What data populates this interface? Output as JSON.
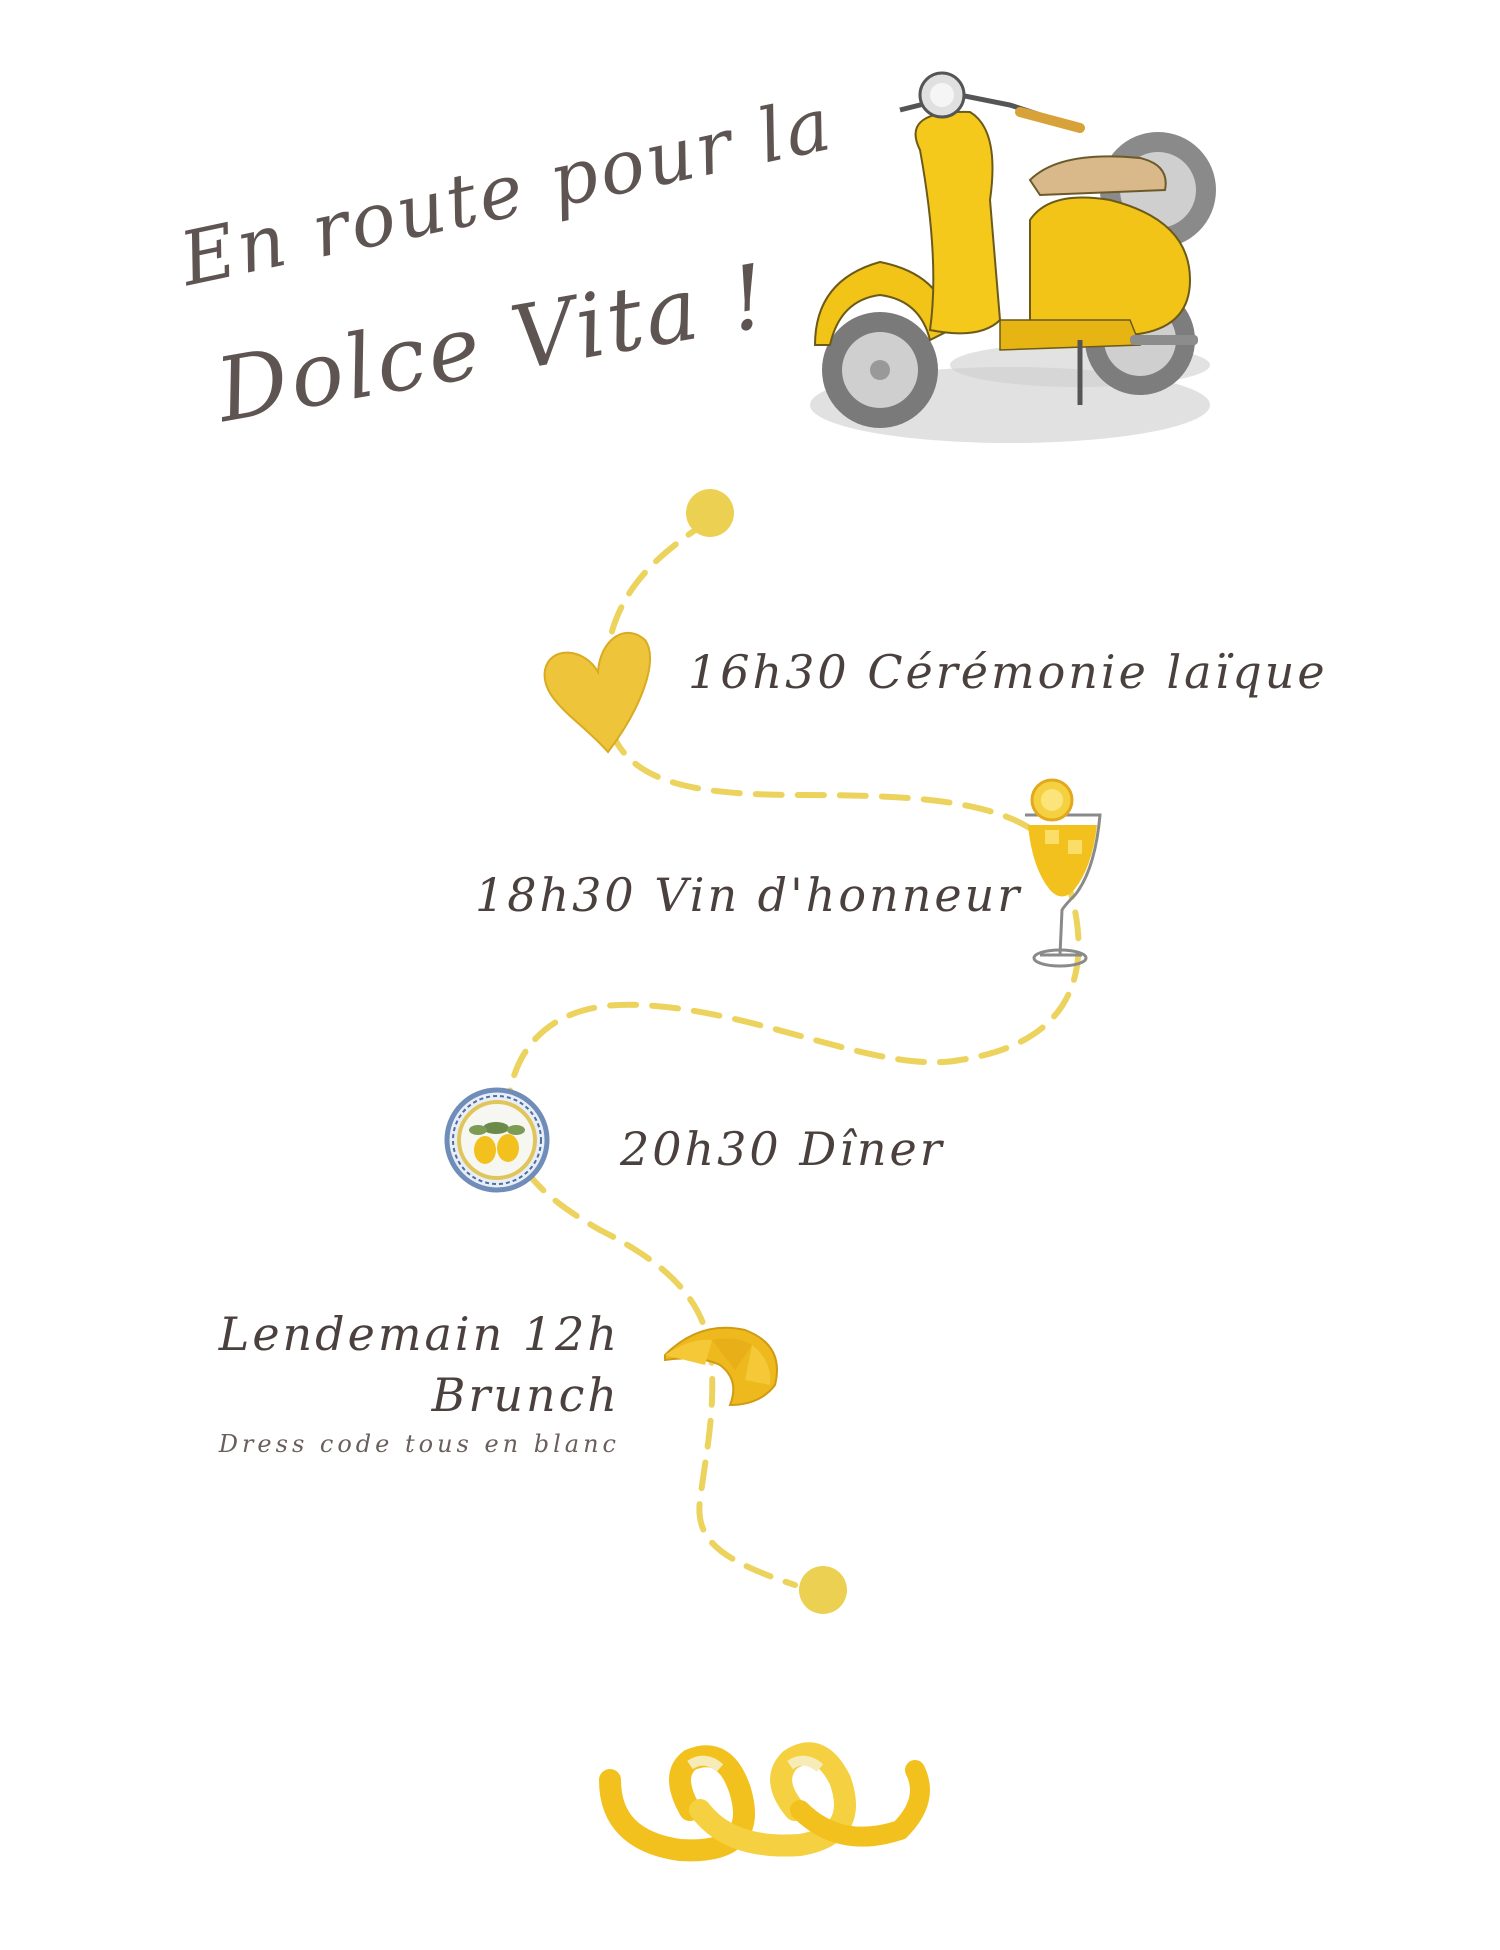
{
  "title": {
    "line1": "En route pour la",
    "line2": "Dolce Vita !"
  },
  "timeline": [
    {
      "label": "16h30 Cérémonie laïque",
      "icon": "heart-icon"
    },
    {
      "label": "18h30 Vin d'honneur",
      "icon": "spritz-glass-icon"
    },
    {
      "label": "20h30 Dîner",
      "icon": "lemon-plate-icon"
    },
    {
      "label": "Lendemain 12h",
      "label2": "Brunch",
      "note": "Dress code tous en blanc",
      "icon": "croissant-icon"
    }
  ],
  "colors": {
    "accent": "#e8c842",
    "path": "#ecd35e",
    "text": "#4a403e"
  }
}
